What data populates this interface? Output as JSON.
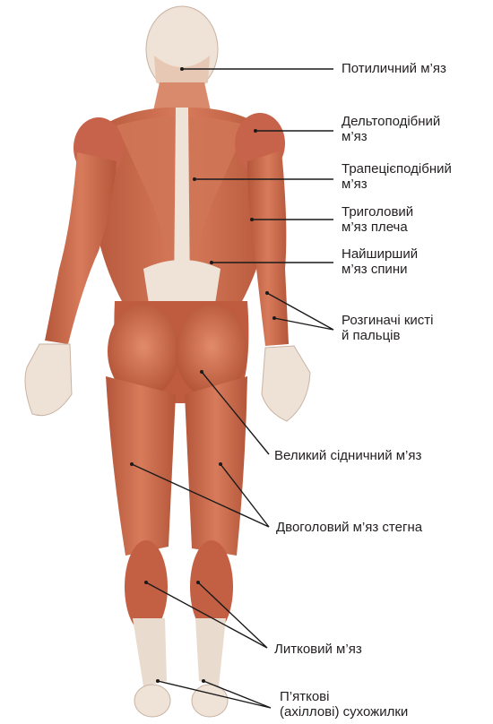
{
  "colors": {
    "muscle": "#c96a4c",
    "muscle_dark": "#9e4530",
    "tendon": "#f1e6dc",
    "leader": "#1a1a1a",
    "text": "#231f20"
  },
  "labels": [
    {
      "id": "occipital",
      "lines": [
        "Потиличний м’яз"
      ]
    },
    {
      "id": "deltoid",
      "lines": [
        "Дельтоподібний",
        "м’яз"
      ]
    },
    {
      "id": "trapezius",
      "lines": [
        "Трапецієподібний",
        "м’яз"
      ]
    },
    {
      "id": "triceps",
      "lines": [
        "Триголовий",
        "м’яз плеча"
      ]
    },
    {
      "id": "latissimus",
      "lines": [
        "Найширший",
        "м’яз спини"
      ]
    },
    {
      "id": "extensors",
      "lines": [
        "Розгиначі кисті",
        "й пальців"
      ]
    },
    {
      "id": "gluteus",
      "lines": [
        "Великий сідничний м’яз"
      ]
    },
    {
      "id": "biceps-femoris",
      "lines": [
        "Двоголовий м’яз стегна"
      ]
    },
    {
      "id": "calf",
      "lines": [
        "Литковий м’яз"
      ]
    },
    {
      "id": "achilles",
      "lines": [
        "П’яткові",
        "(ахіллові) сухожилки"
      ]
    }
  ]
}
